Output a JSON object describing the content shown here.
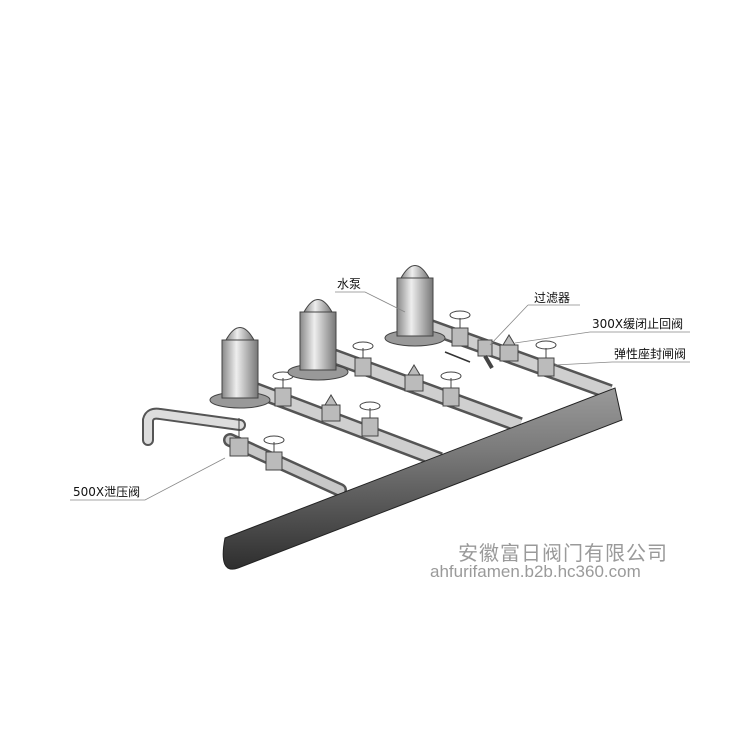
{
  "labels": {
    "pump": "水泵",
    "filter": "过滤器",
    "check_valve": "300X缓闭止回阀",
    "gate_valve": "弹性座封闸阀",
    "relief_valve": "500X泄压阀"
  },
  "watermark": {
    "company": "安徽富日阀门有限公司",
    "url": "ahfurifamen.b2b.hc360.com"
  }
}
